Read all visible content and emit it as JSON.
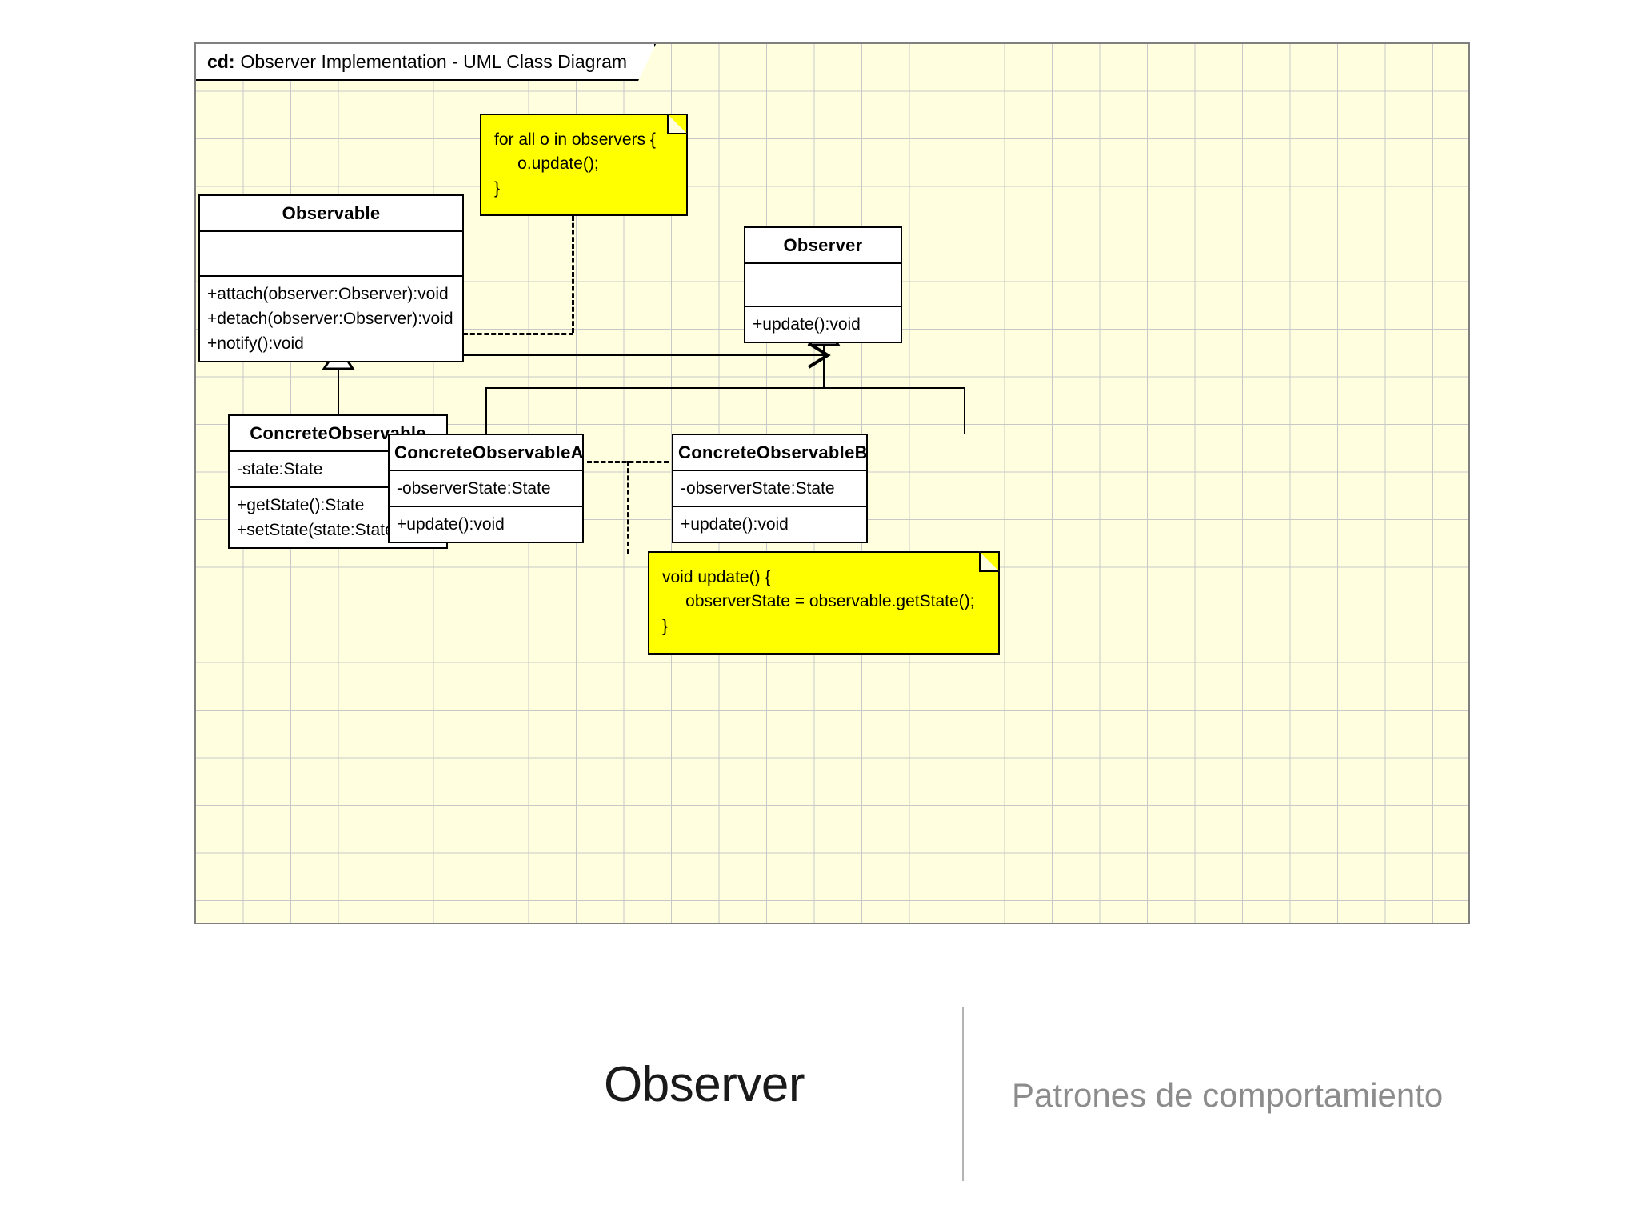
{
  "diagram": {
    "frame_label_prefix": "cd:",
    "frame_label_text": "Observer Implementation - UML Class Diagram",
    "colors": {
      "canvas": "#ffffe0",
      "grid": "#c8c8c8",
      "note_fill": "#ffff00",
      "class_fill": "#ffffff",
      "line": "#000000",
      "frame_border": "#808080"
    },
    "classes": [
      {
        "id": "observable",
        "name": "Observable",
        "attributes": [],
        "operations": [
          "+attach(observer:Observer):void",
          "+detach(observer:Observer):void",
          "+notify():void"
        ]
      },
      {
        "id": "observer",
        "name": "Observer",
        "attributes": [],
        "operations": [
          "+update():void"
        ]
      },
      {
        "id": "concrete-observable",
        "name": "ConcreteObservable",
        "attributes": [
          "-state:State"
        ],
        "operations": [
          "+getState():State",
          "+setState(state:State):void"
        ]
      },
      {
        "id": "concrete-observable-a",
        "name": "ConcreteObservableA",
        "attributes": [
          "-observerState:State"
        ],
        "operations": [
          "+update():void"
        ]
      },
      {
        "id": "concrete-observable-b",
        "name": "ConcreteObservableB",
        "attributes": [
          "-observerState:State"
        ],
        "operations": [
          "+update():void"
        ]
      }
    ],
    "notes": [
      {
        "id": "note-notify",
        "lines": [
          "for all o in observers {",
          "     o.update();",
          "}"
        ]
      },
      {
        "id": "note-update",
        "lines": [
          "void update() {",
          "     observerState = observable.getState();",
          "}"
        ]
      }
    ],
    "relationships": [
      {
        "type": "association",
        "from": "Observable",
        "to": "Observer",
        "arrow": "open"
      },
      {
        "type": "generalization",
        "from": "ConcreteObservable",
        "to": "Observable",
        "arrow": "hollow-triangle"
      },
      {
        "type": "generalization",
        "from": "ConcreteObservableA",
        "to": "Observer",
        "arrow": "hollow-triangle"
      },
      {
        "type": "generalization",
        "from": "ConcreteObservableB",
        "to": "Observer",
        "arrow": "hollow-triangle"
      },
      {
        "type": "note-anchor",
        "from": "note-notify",
        "to": "Observable.notify"
      },
      {
        "type": "note-anchor",
        "from": "note-update",
        "to": "ConcreteObservableA / ConcreteObservableB"
      }
    ]
  },
  "footer": {
    "title": "Observer",
    "subtitle": "Patrones de comportamiento"
  }
}
